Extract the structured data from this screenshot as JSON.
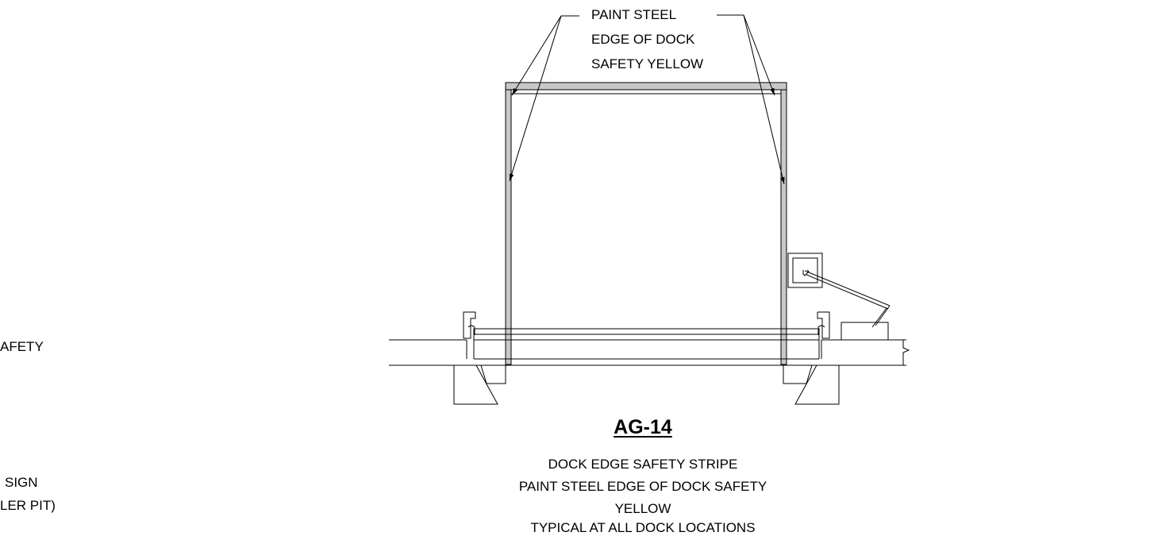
{
  "callout": {
    "line1": "PAINT STEEL",
    "line2": "EDGE OF DOCK",
    "line3": "SAFETY YELLOW"
  },
  "detail": {
    "title": "AG-14",
    "line1": "DOCK EDGE SAFETY STRIPE",
    "line2": "PAINT STEEL EDGE OF DOCK SAFETY",
    "line3": "YELLOW",
    "line4": "TYPICAL AT ALL DOCK LOCATIONS"
  },
  "left_fragment": {
    "line1": "AFETY",
    "line2": "SIGN",
    "line3": "LER PIT)"
  },
  "colors": {
    "stroke": "#000000",
    "paint_fill": "#c8c8c8"
  }
}
